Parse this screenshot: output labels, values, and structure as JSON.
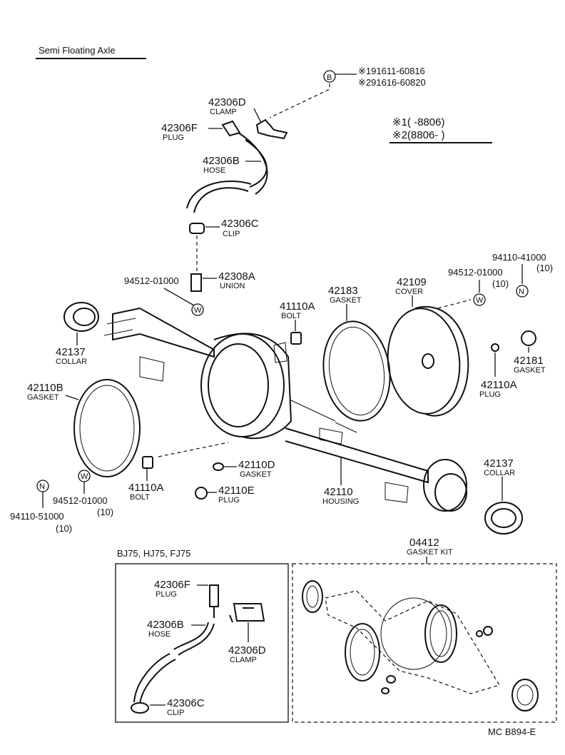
{
  "title": "Semi Floating Axle",
  "footer_code": "MC  B894-E",
  "legend": {
    "row1": "※1(     -8806)",
    "row2": "※2(8806-      )"
  },
  "symbol_b": {
    "marker": "B",
    "lines": [
      "※191611-60816",
      "※291616-60820"
    ]
  },
  "callouts": [
    {
      "id": "clamp_top",
      "number": "42306D",
      "name": "CLAMP"
    },
    {
      "id": "plug_top",
      "number": "42306F",
      "name": "PLUG"
    },
    {
      "id": "hose_top",
      "number": "42306B",
      "name": "HOSE"
    },
    {
      "id": "clip_top",
      "number": "42306C",
      "name": "CLIP"
    },
    {
      "id": "union",
      "number": "42308A",
      "name": "UNION"
    },
    {
      "id": "gasket_42183",
      "number": "42183",
      "name": "GASKET"
    },
    {
      "id": "cover",
      "number": "42109",
      "name": "COVER"
    },
    {
      "id": "bolt_top",
      "number": "41110A",
      "name": "BOLT"
    },
    {
      "id": "collar_left",
      "number": "42137",
      "name": "COLLAR"
    },
    {
      "id": "gasket_left",
      "number": "42181",
      "name": "GASKET"
    },
    {
      "id": "plug_right",
      "number": "42110A",
      "name": "PLUG"
    },
    {
      "id": "gasket_right",
      "number": "42110B",
      "name": "GASKET"
    },
    {
      "id": "bolt_bottom",
      "number": "41110A",
      "name": "BOLT"
    },
    {
      "id": "gasket_d",
      "number": "42110D",
      "name": "GASKET"
    },
    {
      "id": "plug_e",
      "number": "42110E",
      "name": "PLUG"
    },
    {
      "id": "housing",
      "number": "42110",
      "name": "HOUSING"
    },
    {
      "id": "collar_right",
      "number": "42137",
      "name": "COLLAR"
    },
    {
      "id": "gasket_kit",
      "number": "04412",
      "name": "GASKET KIT"
    }
  ],
  "washers": [
    {
      "id": "w_left_top",
      "marker": "W",
      "number": "94512-01000",
      "qty": ""
    },
    {
      "id": "w_right",
      "marker": "W",
      "number": "94512-01000",
      "qty": "(10)"
    },
    {
      "id": "n_right",
      "marker": "N",
      "number": "94110-41000",
      "qty": "(10)"
    },
    {
      "id": "w_left_bottom",
      "marker": "W",
      "number": "94512-01000",
      "qty": "(10)"
    },
    {
      "id": "n_left_bottom",
      "marker": "N",
      "number": "94110-51000",
      "qty": "(10)"
    }
  ],
  "inset": {
    "label": "BJ75, HJ75, FJ75",
    "callouts": [
      {
        "id": "inset_plug",
        "number": "42306F",
        "name": "PLUG"
      },
      {
        "id": "inset_hose",
        "number": "42306B",
        "name": "HOSE"
      },
      {
        "id": "inset_clamp",
        "number": "42306D",
        "name": "CLAMP"
      },
      {
        "id": "inset_clip",
        "number": "42306C",
        "name": "CLIP"
      }
    ]
  }
}
